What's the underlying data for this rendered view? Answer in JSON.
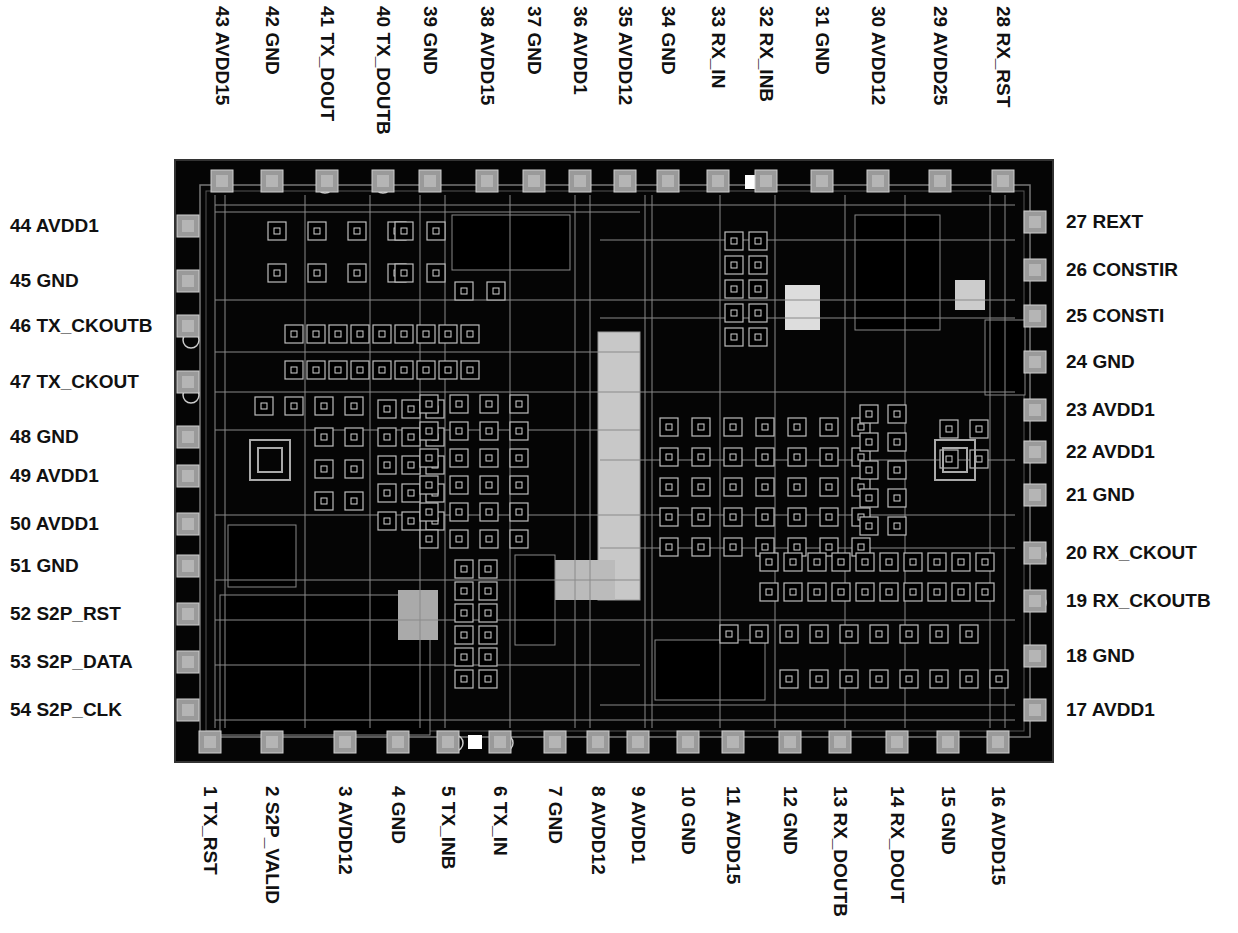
{
  "diagram": {
    "labels": [
      "43 AVDD15",
      "42 GND",
      "41 TX_DOUT",
      "40 TX_DOUTB",
      "39 GND",
      "38 AVDD15",
      "37 GND",
      "36 AVDD1",
      "35 AVDD12",
      "34 GND",
      "33 RX_IN",
      "32 RX_INB",
      "31 GND",
      "30 AVDD12",
      "29 AVDD25",
      "28 RX_RST",
      "44 AVDD1",
      "45 GND",
      "46 TX_CKOUTB",
      "47 TX_CKOUT",
      "48 GND",
      "49 AVDD1",
      "50 AVDD1",
      "51 GND",
      "52 S2P_RST",
      "53 S2P_DATA",
      "54 S2P_CLK",
      "27 REXT",
      "26 CONSTIR",
      "25 CONSTI",
      "24 GND",
      "23 AVDD1",
      "22 AVDD1",
      "21 GND",
      "20 RX_CKOUT",
      "19 RX_CKOUTB",
      "18 GND",
      "17 AVDD1",
      "1 TX_RST",
      "2 S2P_VALID",
      "3 AVDD12",
      "4 GND",
      "5 TX_INB",
      "6 TX_IN",
      "7 GND",
      "8 AVDD12",
      "9 AVDD1",
      "10 GND",
      "11 AVDD15",
      "12 GND",
      "13 RX_DOUTB",
      "14 RX_DOUT",
      "15 GND",
      "16 AVDD15"
    ]
  }
}
